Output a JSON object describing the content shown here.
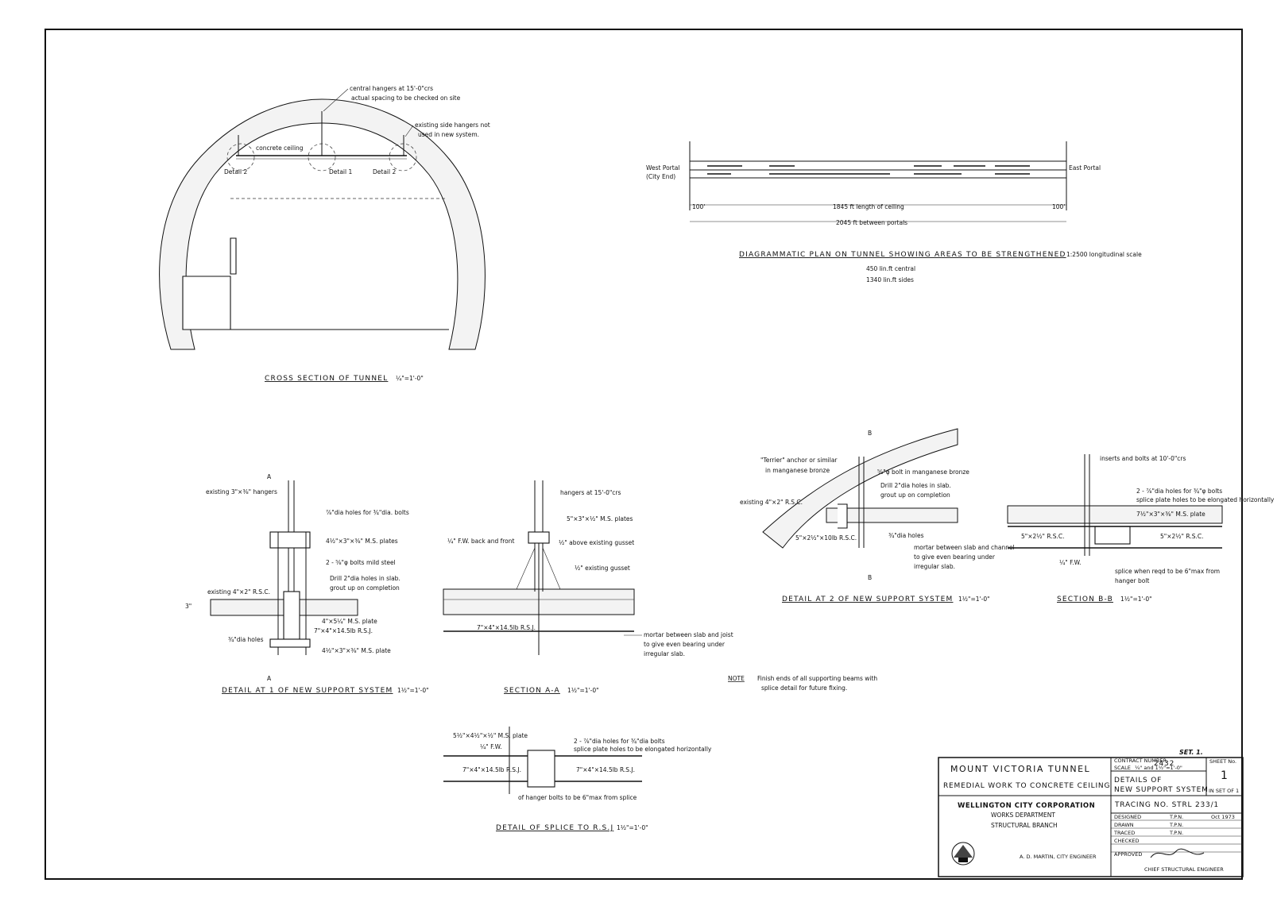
{
  "cross_section": {
    "caption": "CROSS SECTION OF TUNNEL",
    "scale": "¼\"=1'-0\"",
    "note_hangers_1": "central hangers at 15'-0\"crs",
    "note_hangers_2": "actual spacing to be checked on site",
    "note_side_1": "existing side hangers not",
    "note_side_2": "used in new system.",
    "label_ceiling": "concrete ceiling",
    "label_detail2_left": "Detail 2",
    "label_detail1": "Detail 1",
    "label_detail2_right": "Detail 2"
  },
  "plan": {
    "caption": "DIAGRAMMATIC PLAN ON TUNNEL SHOWING AREAS TO BE STRENGTHENED",
    "scale": "1:2500 longitudinal scale",
    "west_1": "West Portal",
    "west_2": "(City End)",
    "east": "East Portal",
    "dim_ceiling": "1845 ft length of ceiling",
    "dim_portals": "2045 ft between portals",
    "dim_left": "100'",
    "dim_right": "100'",
    "area_central": "450 lin.ft central",
    "area_sides": "1340 lin.ft sides"
  },
  "detail1": {
    "caption": "DETAIL AT 1 OF NEW SUPPORT SYSTEM",
    "scale": "1½\"=1'-0\"",
    "marker": "A",
    "l_hangers": "existing 3\"×⅜\" hangers",
    "l_holes": "⅞\"dia holes for ¾\"dia. bolts",
    "l_plates": "4½\"×3\"×⅜\" M.S. plates",
    "l_bolts": "2 - ⅝\"φ bolts mild steel",
    "l_drill_1": "Drill 2\"dia holes in slab.",
    "l_drill_2": "grout up on completion",
    "l_rsc": "existing 4\"×2\" R.S.C.",
    "l_plate": "4\"×5¼\" M.S. plate",
    "l_rsj": "7\"×4\"×14.5lb R.S.J.",
    "l_holes2": "¾\"dia holes",
    "l_plate2": "4½\"×3\"×⅜\" M.S. plate",
    "dim_slab": "3\""
  },
  "sectionA": {
    "caption": "SECTION A-A",
    "scale": "1½\"=1'-0\"",
    "l_hangers": "hangers at 15'-0\"crs",
    "l_plates": "5\"×3\"×½\" M.S. plates",
    "l_fw": "¼\" F.W. back and front",
    "l_above": "½\" above existing gusset",
    "l_gusset": "½\" existing gusset",
    "l_rsj": "7\"×4\"×14.5lb R.S.J.",
    "l_mortar_1": "mortar between slab and joist",
    "l_mortar_2": "to give even bearing under",
    "l_mortar_3": "irregular slab."
  },
  "detail2": {
    "caption": "DETAIL AT 2 OF NEW SUPPORT SYSTEM",
    "scale": "1½\"=1'-0\"",
    "marker": "B",
    "l_anchor_1": "\"Terrier\" anchor or similar",
    "l_anchor_2": "in manganese bronze",
    "l_bolt": "⅝\"φ bolt in manganese bronze",
    "l_drill_1": "Drill 2\"dia holes in slab.",
    "l_drill_2": "grout up on completion",
    "l_rsc": "existing 4\"×2\" R.S.C.",
    "l_rsc2": "5\"×2½\"×10lb R.S.C.",
    "l_holes": "¾\"dia holes",
    "l_mortar_1": "mortar between slab and channel",
    "l_mortar_2": "to give even bearing under",
    "l_mortar_3": "irregular slab."
  },
  "sectionB": {
    "caption": "SECTION B-B",
    "scale": "1½\"=1'-0\"",
    "l_inserts": "inserts and bolts at 10'-0\"crs",
    "l_holes_1": "2 - ⅞\"dia holes for ¾\"φ bolts",
    "l_holes_2": "splice plate holes to be elongated horizontally",
    "l_plate": "7½\"×3\"×⅜\" M.S. plate",
    "l_rsc_left": "5\"×2½\" R.S.C.",
    "l_rsc_right": "5\"×2½\" R.S.C.",
    "l_fw": "¼\" F.W.",
    "l_splice_1": "splice when reqd to be 6\"max from",
    "l_splice_2": "hanger bolt"
  },
  "splice": {
    "caption": "DETAIL OF SPLICE TO R.S.J",
    "scale": "1½\"=1'-0\"",
    "l_plate": "5½\"×4½\"×½\" M.S. plate",
    "l_fw": "¼\" F.W.",
    "l_holes_1": "2 - ⅞\"dia holes for ¾\"dia bolts",
    "l_holes_2": "splice plate holes to be elongated horizontally",
    "l_rsj_left": "7\"×4\"×14.5lb R.S.J.",
    "l_rsj_right": "7\"×4\"×14.5lb R.S.J.",
    "l_hanger": "of hanger bolts to be 6\"max from splice"
  },
  "note": {
    "label": "NOTE",
    "text_1": "Finish ends of all supporting beams with",
    "text_2": "splice detail for future fixing."
  },
  "title_block": {
    "set": "SET. 1.",
    "project_1": "MOUNT VICTORIA TUNNEL",
    "project_2": "REMEDIAL WORK TO CONCRETE CEILING",
    "contract_label": "CONTRACT NUMBER",
    "contract_number": "2432",
    "scale_label": "SCALE",
    "scale_value": "¼\" and 1½\"=1'-0\"",
    "drawing_title_1": "DETAILS OF",
    "drawing_title_2": "NEW SUPPORT SYSTEM",
    "sheet_label": "SHEET No.",
    "sheet_number": "1",
    "sheet_of": "IN SET OF 1",
    "org": "WELLINGTON CITY CORPORATION",
    "dept": "WORKS DEPARTMENT",
    "branch": "STRUCTURAL BRANCH",
    "engineer": "A. D. MARTIN, CITY ENGINEER",
    "tracing": "TRACING NO. STRL 233/1",
    "designed_label": "DESIGNED",
    "drawn_label": "DRAWN",
    "traced_label": "TRACED",
    "checked_label": "CHECKED",
    "approved_label": "APPROVED",
    "designed_by": "T.P.N.",
    "drawn_by": "T.P.N.",
    "traced_by": "T.P.N.",
    "date": "Oct 1973",
    "chief": "CHIEF STRUCTURAL ENGINEER"
  }
}
